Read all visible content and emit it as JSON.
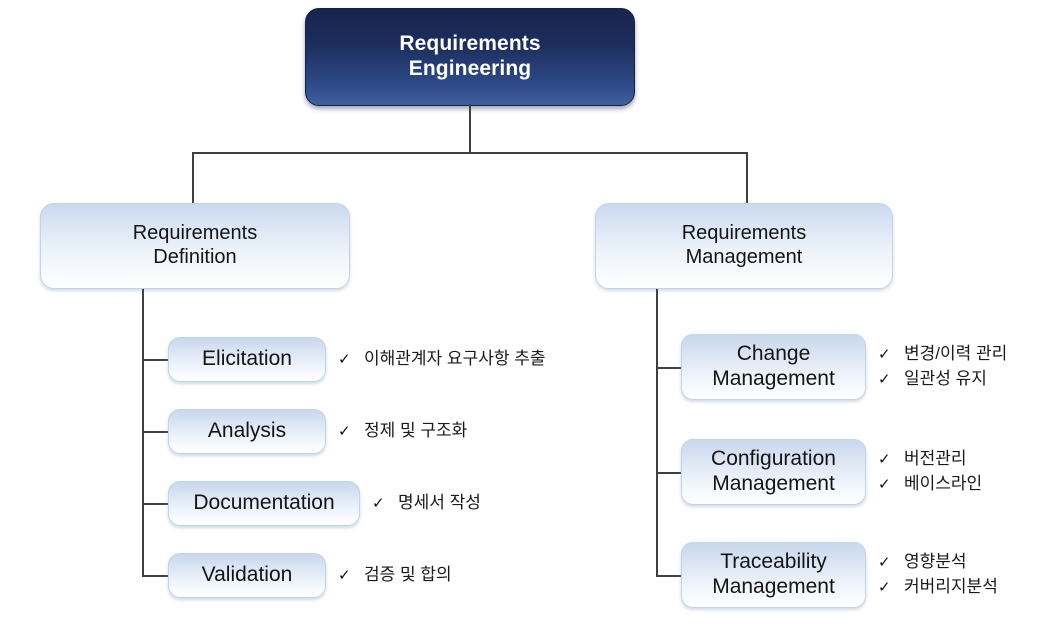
{
  "diagram": {
    "title": "Requirements Engineering breakdown",
    "colors": {
      "root_fill_top": "#17244d",
      "root_fill_bottom": "#3f5fa0",
      "root_text": "#ffffff",
      "node_fill_top": "#ccd9ee",
      "node_fill_bottom": "#ffffff",
      "node_border": "#c3d3e8",
      "node_text": "#141414",
      "connector": "#404040",
      "background": "#ffffff"
    },
    "check_glyph": "✓"
  },
  "root": {
    "label": "Requirements\nEngineering"
  },
  "branches": [
    {
      "id": "definition",
      "label": "Requirements\nDefinition",
      "items": [
        {
          "label": "Elicitation",
          "notes": [
            "이해관계자 요구사항 추출"
          ]
        },
        {
          "label": "Analysis",
          "notes": [
            "정제 및 구조화"
          ]
        },
        {
          "label": "Documentation",
          "notes": [
            "명세서 작성"
          ]
        },
        {
          "label": "Validation",
          "notes": [
            "검증 및 합의"
          ]
        }
      ]
    },
    {
      "id": "management",
      "label": "Requirements\nManagement",
      "items": [
        {
          "label": "Change\nManagement",
          "notes": [
            "변경/이력 관리",
            "일관성 유지"
          ]
        },
        {
          "label": "Configuration\nManagement",
          "notes": [
            "버전관리",
            "베이스라인"
          ]
        },
        {
          "label": "Traceability\nManagement",
          "notes": [
            "영향분석",
            "커버리지분석"
          ]
        }
      ]
    }
  ]
}
